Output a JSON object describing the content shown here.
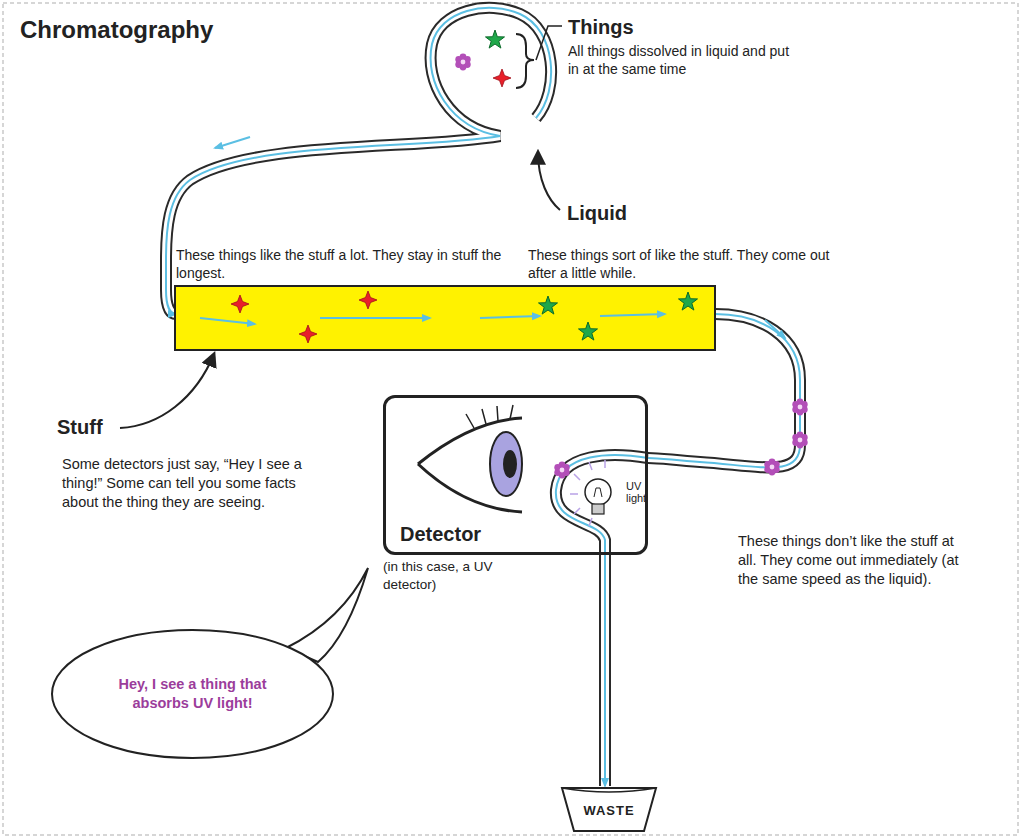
{
  "diagram": {
    "title": "Chromatography",
    "nodes": [
      {
        "text": [
          "Detector",
          "(in this case, a UV detector)"
        ]
      },
      {
        "text": [
          "Hey, I see a thing that absorbs UV light!"
        ]
      },
      {
        "text": [
          "WASTE"
        ]
      }
    ],
    "edges": [
      {
        "from": 0,
        "to": 2,
        "arrow": "to"
      }
    ],
    "labels": [
      "Things",
      "All things dissolved in liquid and put in at the same time",
      "Liquid",
      "These things like the stuff a lot. They stay in stuff the longest.",
      "These things sort of like the stuff. They come out after a little while.",
      "Stuff",
      "Some detectors just say, “Hey I see a thing!” Some can tell you some facts about the thing they are seeing.",
      "UV light",
      "These things don’t like the stuff at all. They come out immediately (at the same speed as the liquid)."
    ]
  }
}
